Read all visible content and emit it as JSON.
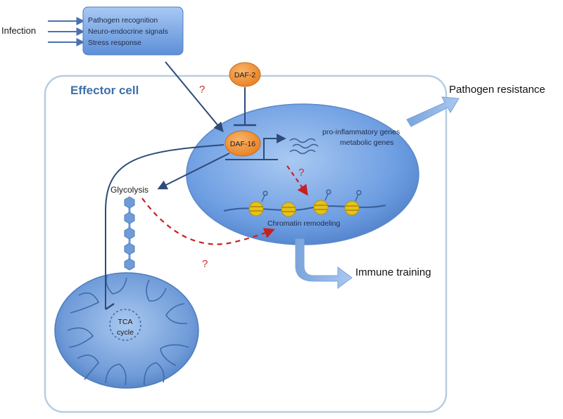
{
  "infection_label": "Infection",
  "signal_box": {
    "lines": [
      "Pathogen recognition",
      "Neuro-endocrine signals",
      "Stress response"
    ]
  },
  "cell_title": "Effector cell",
  "nodes": {
    "daf2": "DAF-2",
    "daf16": "DAF-16"
  },
  "genes": {
    "line1": "pro-inflammatory genes",
    "line2": "metabolic genes"
  },
  "glycolysis": "Glycolysis",
  "chromatin": "Chromatin remodeling",
  "tca": {
    "line1": "TCA",
    "line2": "cycle"
  },
  "outputs": {
    "resistance": "Pathogen resistance",
    "training": "Immune training"
  },
  "question_mark": "?",
  "colors": {
    "cell_border": "#b8cde0",
    "nucleus": "#6f9fe0",
    "node_fill": "#f0923a",
    "arrow": "#2e4a78",
    "dashed_arrow": "#c82020",
    "chromatin_bead": "#e6c21a"
  }
}
